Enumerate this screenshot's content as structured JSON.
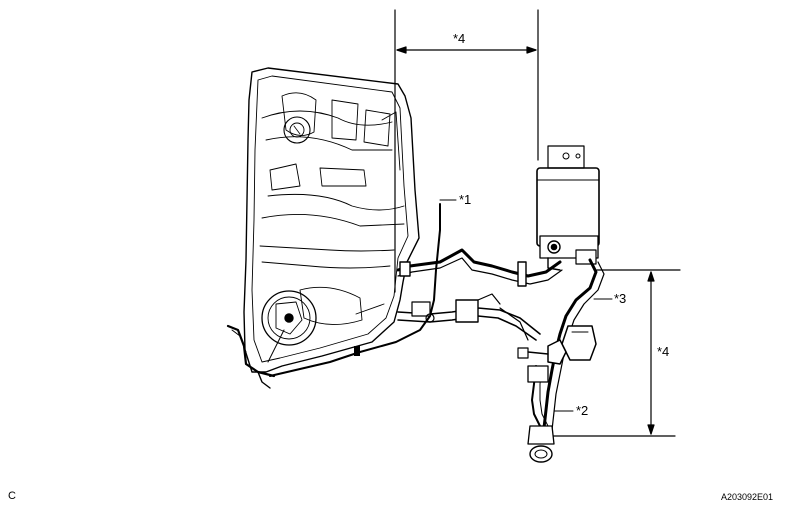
{
  "diagram": {
    "callouts": {
      "c1": "*1",
      "c2": "*2",
      "c3": "*3",
      "c4_top": "*4",
      "c4_right": "*4"
    },
    "corner_left": "C",
    "corner_right": "A203092E01",
    "colors": {
      "line": "#000000",
      "background": "#ffffff"
    }
  }
}
